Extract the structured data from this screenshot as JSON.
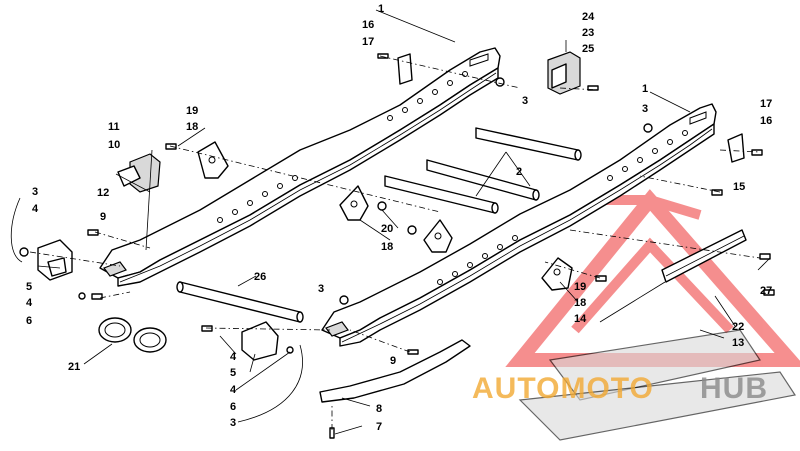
{
  "callouts": {
    "c1a": "1",
    "c16a": "16",
    "c17a": "17",
    "c3a": "3",
    "c24": "24",
    "c23": "23",
    "c25": "25",
    "c1b": "1",
    "c3b": "3",
    "c17b": "17",
    "c16b": "16",
    "c11": "11",
    "c10": "10",
    "c12": "12",
    "c19a": "19",
    "c18a": "18",
    "c2": "2",
    "c15": "15",
    "c3c": "3",
    "c4a": "4",
    "c9a": "9",
    "c20": "20",
    "c18b": "18",
    "c5a": "5",
    "c4b": "4",
    "c6a": "6",
    "c26": "26",
    "c3d": "3",
    "c19b": "19",
    "c18c": "18",
    "c27": "27",
    "c14": "14",
    "c22": "22",
    "c13": "13",
    "c21": "21",
    "c4c": "4",
    "c5b": "5",
    "c4d": "4",
    "c6b": "6",
    "c3e": "3",
    "c9b": "9",
    "c8": "8",
    "c7": "7"
  },
  "watermark": {
    "text_a": "AUTOMOTO",
    "text_b": "HUB",
    "color_a": "#f2a933",
    "color_b": "#8a8a8a",
    "logo_color": "#ee3333"
  }
}
